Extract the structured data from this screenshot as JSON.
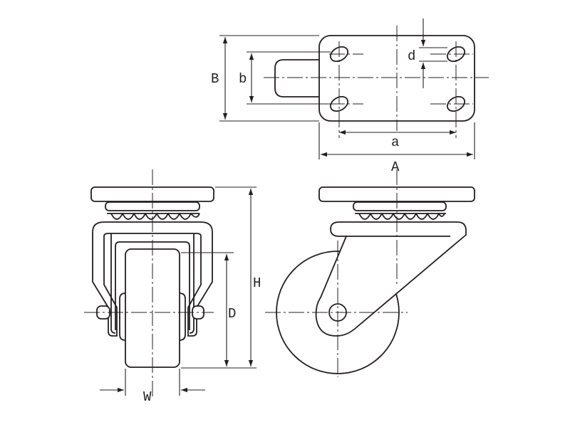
{
  "labels": {
    "A": "A",
    "B": "B",
    "a": "a",
    "b": "b",
    "d": "d",
    "H": "H",
    "D": "D",
    "W": "W"
  },
  "colors": {
    "line": "#231f20",
    "background": "#ffffff"
  }
}
